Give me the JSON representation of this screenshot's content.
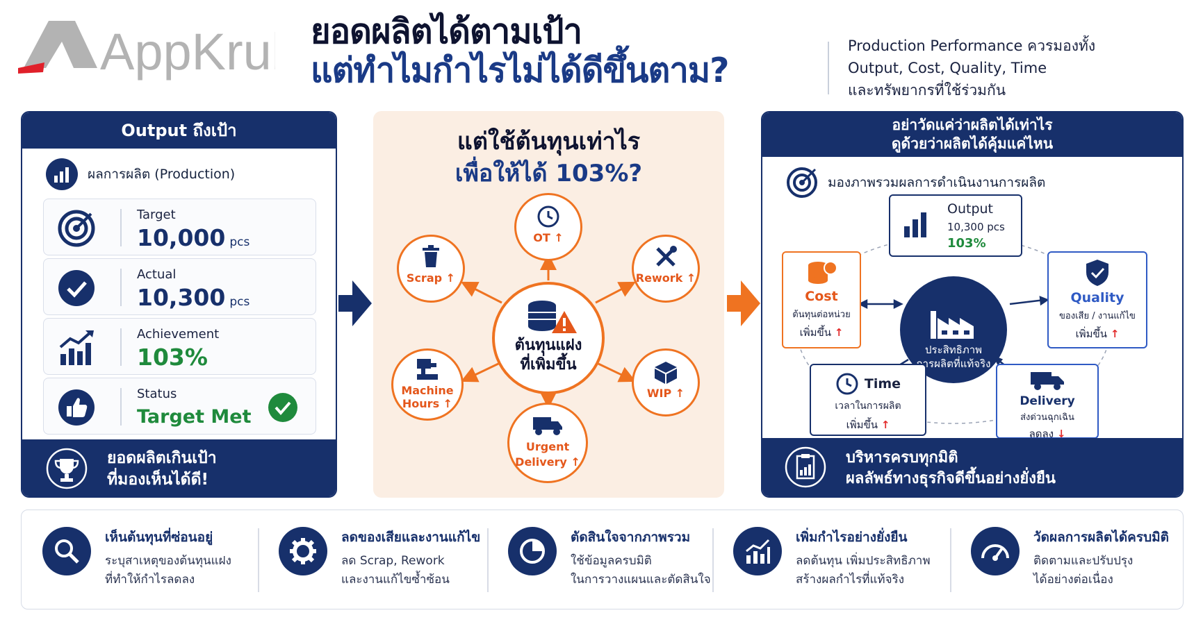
{
  "brand": {
    "logo_text": "AppKrub"
  },
  "header": {
    "title_line1": "ยอดผลิตได้ตามเป้า",
    "title_line2": "แต่ทำไมกำไรไม่ได้ดีขึ้นตาม?",
    "subtitle_line1": "Production Performance ควรมองทั้ง",
    "subtitle_line2": "Output, Cost, Quality, Time",
    "subtitle_line3": "และทรัพยากรที่ใช้ร่วมกัน"
  },
  "output_panel": {
    "header": "Output ถึงเป้า",
    "production_label": "ผลการผลิต (Production)",
    "cards": [
      {
        "label": "Target",
        "value": "10,000",
        "unit": "pcs",
        "icon": "target-icon"
      },
      {
        "label": "Actual",
        "value": "10,300",
        "unit": "pcs",
        "icon": "check-icon"
      },
      {
        "label": "Achievement",
        "value": "103%",
        "icon": "growth-chart-icon"
      },
      {
        "label": "Status",
        "value": "Target Met",
        "icon": "thumbs-up-icon"
      }
    ],
    "footer_line1": "ยอดผลิตเกินเป้า",
    "footer_line2": "ที่มองเห็นได้ดี!"
  },
  "cost_panel": {
    "title_line1": "แต่ใช้ต้นทุนเท่าไร",
    "title_line2": "เพื่อให้ได้ 103%?",
    "center_line1": "ต้นทุนแฝง",
    "center_line2": "ที่เพิ่มขึ้น",
    "up_arrow": "↑",
    "items": {
      "ot": "OT",
      "scrap": "Scrap",
      "rework": "Rework",
      "machine_line1": "Machine",
      "machine_line2": "Hours",
      "wip": "WIP",
      "urgent_line1": "Urgent",
      "urgent_line2": "Delivery"
    }
  },
  "overview_panel": {
    "header_line1": "อย่าวัดแค่ว่าผลิตได้เท่าไร",
    "header_line2": "ดูด้วยว่าผลิตได้คุ้มแค่ไหน",
    "overview_label": "มองภาพรวมผลการดำเนินงานการผลิต",
    "output": {
      "title": "Output",
      "value": "10,300 pcs",
      "percent": "103%"
    },
    "cost": {
      "title": "Cost",
      "desc": "ต้นทุนต่อหน่วย",
      "trend": "เพิ่มขึ้น"
    },
    "quality": {
      "title": "Quality",
      "desc": "ของเสีย / งานแก้ไข",
      "trend": "เพิ่มขึ้น"
    },
    "time": {
      "title": "Time",
      "desc": "เวลาในการผลิต",
      "trend": "เพิ่มขึ้น"
    },
    "delivery": {
      "title": "Delivery",
      "desc": "ส่งด่วนฉุกเฉิน",
      "trend": "ลดลง"
    },
    "core_line1": "ประสิทธิภาพ",
    "core_line2": "การผลิตที่แท้จริง",
    "footer_line1": "บริหารครบทุกมิติ",
    "footer_line2": "ผลลัพธ์ทางธุรกิจดีขึ้นอย่างยั่งยืน"
  },
  "features": [
    {
      "title": "เห็นต้นทุนที่ซ่อนอยู่",
      "desc1": "ระบุสาเหตุของต้นทุนแฝง",
      "desc2": "ที่ทำให้กำไรลดลง",
      "icon": "magnifier-icon"
    },
    {
      "title": "ลดของเสียและงานแก้ไข",
      "desc1": "ลด Scrap, Rework",
      "desc2": "และงานแก้ไขซ้ำซ้อน",
      "icon": "gear-icon"
    },
    {
      "title": "ตัดสินใจจากภาพรวม",
      "desc1": "ใช้ข้อมูลครบมิติ",
      "desc2": "ในการวางแผนและตัดสินใจ",
      "icon": "pie-chart-icon"
    },
    {
      "title": "เพิ่มกำไรอย่างยั่งยืน",
      "desc1": "ลดต้นทุน เพิ่มประสิทธิภาพ",
      "desc2": "สร้างผลกำไรที่แท้จริง",
      "icon": "growth-chart-icon"
    },
    {
      "title": "วัดผลการผลิตได้ครบมิติ",
      "desc1": "ติดตามและปรับปรุง",
      "desc2": "ได้อย่างต่อเนื่อง",
      "icon": "gauge-icon"
    }
  ],
  "colors": {
    "navy": "#17306b",
    "orange": "#ef7321",
    "green": "#1f8a3c",
    "red": "#e22c2c",
    "logo_red": "#e0202a"
  }
}
